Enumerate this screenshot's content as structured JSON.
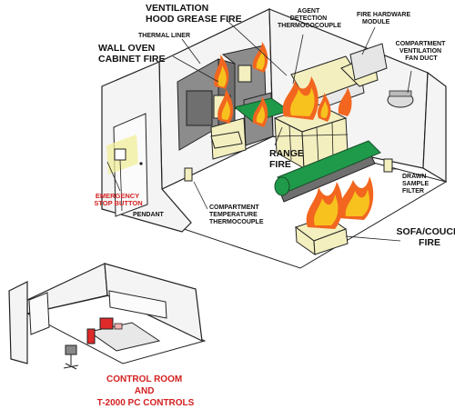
{
  "colors": {
    "emergency_label": "#d42020",
    "control_room_label": "#d42020",
    "fire_orange": "#f2661f",
    "fire_yellow": "#f7c21d",
    "counter_green": "#1f9a4a",
    "cabinet_gray": "#8c8c8c",
    "cream": "#f3efbf"
  },
  "labels": {
    "ventilation": [
      "VENTILATION",
      "HOOD GREASE FIRE"
    ],
    "agent_detection": [
      "AGENT",
      "DETECTION",
      "THERMOCOCOUPLE"
    ],
    "fire_hardware": [
      "FIRE HARDWARE",
      "MODULE"
    ],
    "compartment_ventilation": [
      "COMPARTMENT",
      "VENTILATION",
      "FAN DUCT"
    ],
    "thermal_liner": "THERMAL LINER",
    "wall_oven": [
      "WALL OVEN",
      "CABINET FIRE"
    ],
    "range_fire": [
      "RANGE",
      "FIRE"
    ],
    "drawn_sample": [
      "DRAWN",
      "SAMPLE",
      "FILTER"
    ],
    "emergency_stop": [
      "EMERGENCY",
      "STOP BUTTON"
    ],
    "pendant": "PENDANT",
    "compartment_temperature": [
      "COMPARTMENT",
      "TEMPERATURE",
      "THERMOCOUPLE"
    ],
    "sofa_fire": [
      "SOFA/COUCH",
      "FIRE"
    ],
    "control_room": [
      "CONTROL ROOM",
      "AND",
      "T-2000 PC CONTROLS"
    ]
  }
}
